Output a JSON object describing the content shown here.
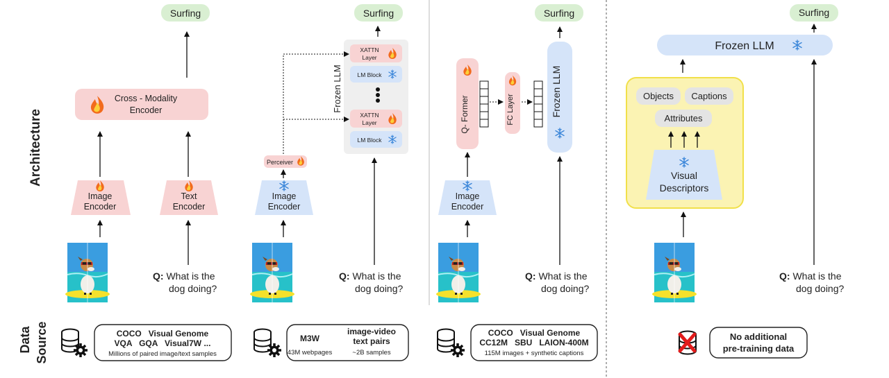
{
  "row_labels": {
    "architecture": "Architecture",
    "data_source_1": "Data",
    "data_source_2": "Source"
  },
  "output_label": "Surfing",
  "question": {
    "prefix": "Q:",
    "line1": "What is the",
    "line2": "dog doing?"
  },
  "panel1": {
    "cross_modality_line1": "Cross - Modality",
    "cross_modality_line2": "Encoder",
    "image_encoder_line1": "Image",
    "image_encoder_line2": "Encoder",
    "text_encoder_line1": "Text",
    "text_encoder_line2": "Encoder",
    "data_line1": "COCO   Visual Genome",
    "data_line2": "VQA   GQA   Visual7W ...",
    "data_note": "Millions of paired image/text samples"
  },
  "panel2": {
    "frozen_llm": "Frozen LLM",
    "xattn_line1": "XATTN",
    "xattn_line2": "Layer",
    "lm_block": "LM Block",
    "perceiver": "Perceiver",
    "image_encoder_line1": "Image",
    "image_encoder_line2": "Encoder",
    "data_m3w": "M3W",
    "data_m3w_note": "43M webpages",
    "data_pairs_line1": "image-video",
    "data_pairs_line2": "text pairs",
    "data_pairs_note": "~2B samples"
  },
  "panel3": {
    "q_former": "Q- Former",
    "fc_layer": "FC Layer",
    "frozen_llm": "Frozen LLM",
    "image_encoder_line1": "Image",
    "image_encoder_line2": "Encoder",
    "data_line1": "COCO   Visual Genome",
    "data_line2": "CC12M   SBU   LAION-400M",
    "data_note": "115M images + synthetic captions"
  },
  "panel4": {
    "frozen_llm": "Frozen LLM",
    "objects": "Objects",
    "captions": "Captions",
    "attributes": "Attributes",
    "visual_descriptors_line1": "Visual",
    "visual_descriptors_line2": "Descriptors",
    "data_line1": "No additional",
    "data_line2": "pre-training data"
  },
  "colors": {
    "pink_fill": "#f8d3d3",
    "blue_fill": "#d5e4f9",
    "green_fill": "#d9efd2",
    "yellow_fill": "#fbf3b3",
    "yellow_border": "#f1e04a",
    "gray_fill": "#e4e4e4",
    "llm_panel_fill": "#efefef",
    "red_cross": "#e21b1b"
  },
  "icons": [
    "fire-icon",
    "snowflake-icon",
    "database-gear-icon",
    "database-cross-icon",
    "dog-surfing-photo"
  ]
}
